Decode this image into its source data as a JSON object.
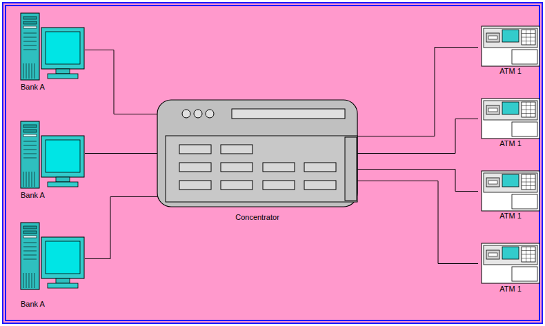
{
  "diagram": {
    "nodes": [
      {
        "text": [
          "Bank A"
        ]
      },
      {
        "text": [
          "Bank A"
        ]
      },
      {
        "text": [
          "Bank A"
        ]
      },
      {
        "text": [
          "Concentrator"
        ]
      },
      {
        "text": [
          "ATM 1"
        ]
      },
      {
        "text": [
          "ATM 1"
        ]
      },
      {
        "text": [
          "ATM 1"
        ]
      },
      {
        "text": [
          "ATM 1"
        ]
      }
    ],
    "edges": [
      {
        "from": 0,
        "to": 3,
        "arrow": "none"
      },
      {
        "from": 1,
        "to": 3,
        "arrow": "none"
      },
      {
        "from": 2,
        "to": 3,
        "arrow": "none"
      },
      {
        "from": 3,
        "to": 4,
        "arrow": "none"
      },
      {
        "from": 3,
        "to": 5,
        "arrow": "none"
      },
      {
        "from": 3,
        "to": 6,
        "arrow": "none"
      },
      {
        "from": 3,
        "to": 7,
        "arrow": "none"
      }
    ]
  }
}
